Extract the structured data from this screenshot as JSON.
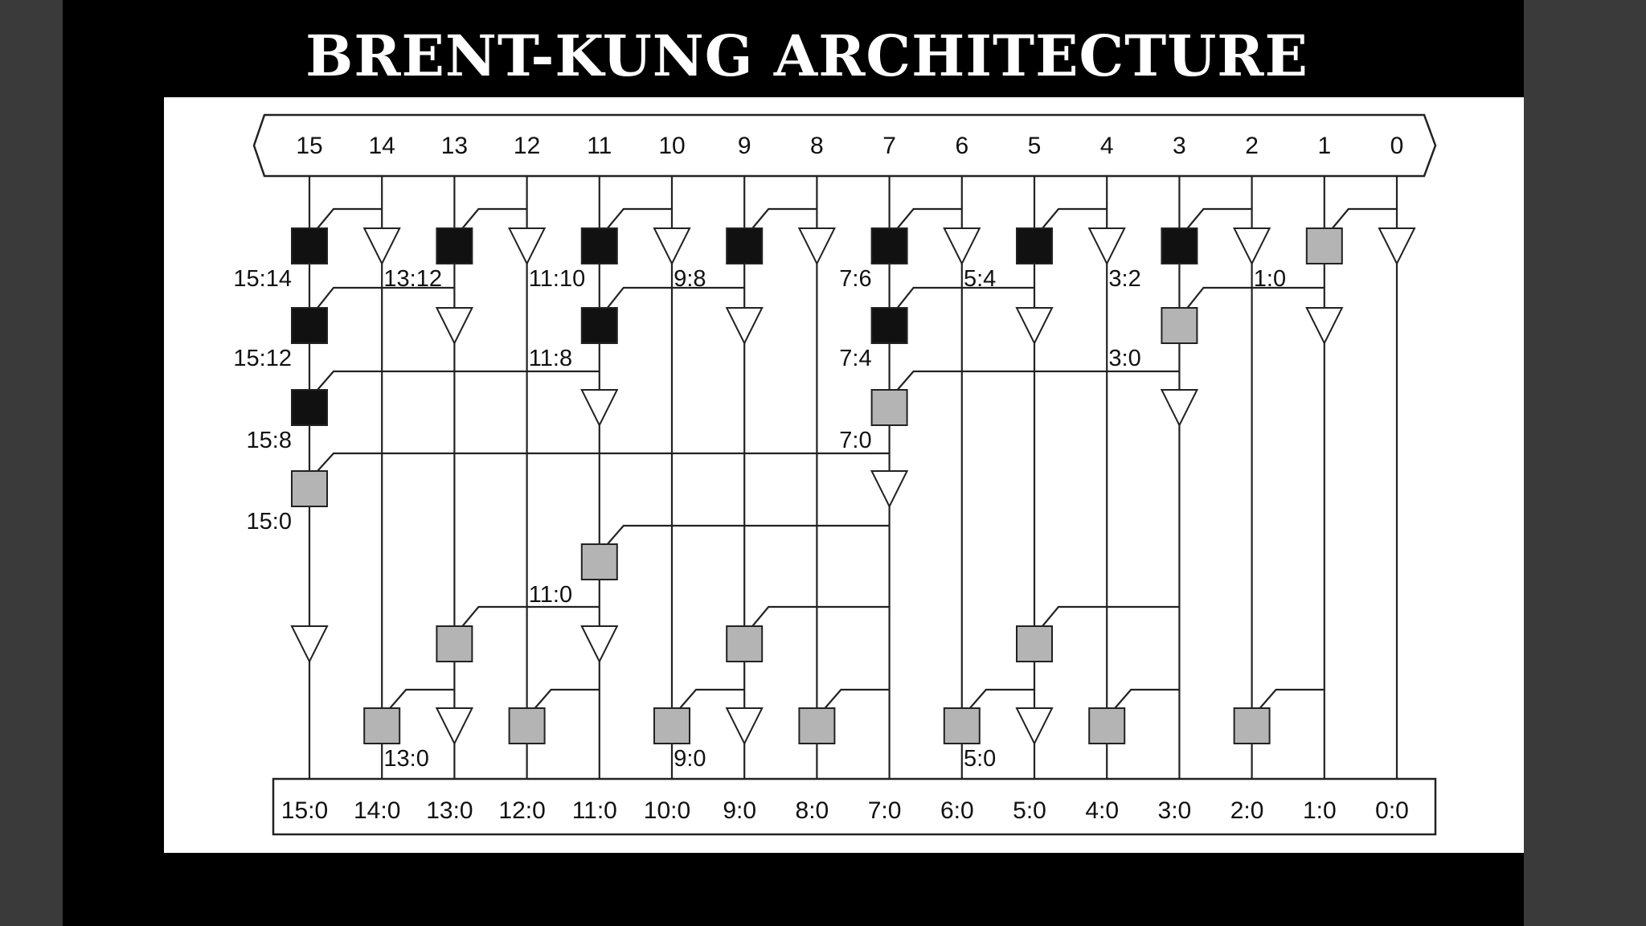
{
  "title": "BRENT-KUNG ARCHITECTURE",
  "colors": {
    "black_cell": "#111111",
    "gray_cell": "#b4b4b4",
    "buffer_fill": "#ffffff",
    "wire": "#222222",
    "panel": "#ffffff"
  },
  "top_bus_labels": [
    "15",
    "14",
    "13",
    "12",
    "11",
    "10",
    "9",
    "8",
    "7",
    "6",
    "5",
    "4",
    "3",
    "2",
    "1",
    "0"
  ],
  "bottom_bus_labels": [
    "15:0",
    "14:0",
    "13:0",
    "12:0",
    "11:0",
    "10:0",
    "9:0",
    "8:0",
    "7:0",
    "6:0",
    "5:0",
    "4:0",
    "3:0",
    "2:0",
    "1:0",
    "0:0"
  ],
  "row1": {
    "black": [
      15,
      13,
      11,
      9,
      7,
      5,
      3
    ],
    "gray": [
      1
    ],
    "buffers": [
      14,
      12,
      10,
      8,
      6,
      4,
      2,
      0
    ],
    "labels": [
      {
        "col": 15,
        "text": "15:14",
        "side": "left"
      },
      {
        "col": 13,
        "text": "13:12"
      },
      {
        "col": 11,
        "text": "11:10"
      },
      {
        "col": 9,
        "text": "9:8"
      },
      {
        "col": 7,
        "text": "7:6",
        "side": "left"
      },
      {
        "col": 5,
        "text": "5:4"
      },
      {
        "col": 3,
        "text": "3:2"
      },
      {
        "col": 1,
        "text": "1:0"
      }
    ]
  },
  "row2": {
    "black": [
      15,
      11,
      7
    ],
    "gray": [
      3
    ],
    "buffers": [
      13,
      9,
      5,
      1
    ],
    "labels": [
      {
        "col": 15,
        "text": "15:12",
        "side": "left"
      },
      {
        "col": 11,
        "text": "11:8"
      },
      {
        "col": 7,
        "text": "7:4",
        "side": "left"
      },
      {
        "col": 3,
        "text": "3:0"
      }
    ]
  },
  "row3": {
    "black": [
      15
    ],
    "gray": [
      7
    ],
    "buffers": [
      11,
      3
    ],
    "labels": [
      {
        "col": 15,
        "text": "15:8",
        "side": "left"
      },
      {
        "col": 7,
        "text": "7:0",
        "side": "left"
      }
    ]
  },
  "row4": {
    "gray": [
      15
    ],
    "buffers": [
      7
    ],
    "labels": [
      {
        "col": 15,
        "text": "15:0",
        "side": "left"
      }
    ]
  },
  "row5": {
    "gray": [
      11
    ],
    "labels": [
      {
        "col": 11,
        "text": "11:0"
      }
    ]
  },
  "row6": {
    "gray": [
      13,
      9,
      5
    ],
    "buffers": [
      15,
      11
    ]
  },
  "row7": {
    "gray": [
      14,
      12,
      10,
      8,
      6,
      4,
      2
    ],
    "buffers": [
      13,
      9,
      5
    ],
    "labels": [
      {
        "col": 13,
        "text": "13:0"
      },
      {
        "col": 9,
        "text": "9:0"
      },
      {
        "col": 5,
        "text": "5:0"
      }
    ]
  }
}
